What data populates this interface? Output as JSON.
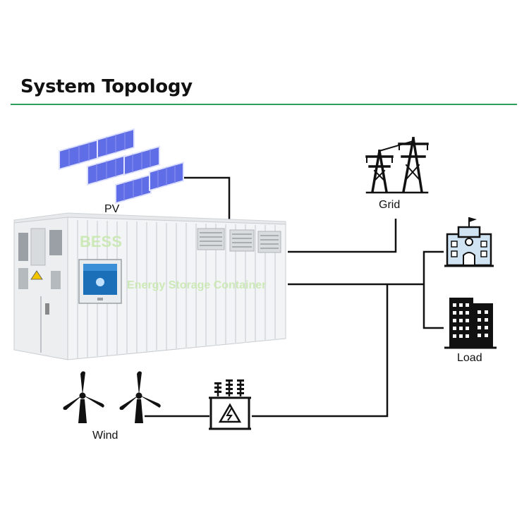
{
  "title": "System Topology",
  "nodes": {
    "pv": {
      "label": "PV"
    },
    "grid": {
      "label": "Grid"
    },
    "load": {
      "label": "Load"
    },
    "wind": {
      "label": "Wind"
    }
  },
  "container": {
    "badge": "BESS",
    "caption": "Energy Storage Container"
  },
  "colors": {
    "accent_rule": "#2e9e5b",
    "line": "#111111",
    "panel": "#5f6de6",
    "building": "#cfe3f3"
  }
}
